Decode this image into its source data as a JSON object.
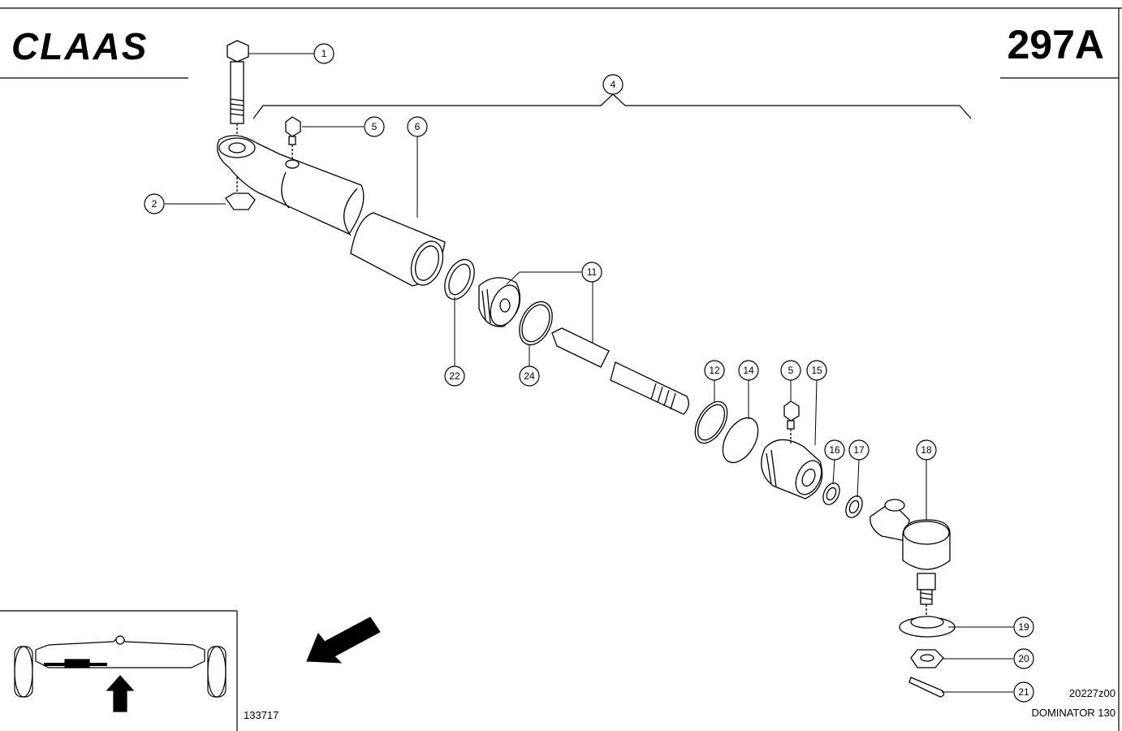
{
  "header": {
    "brand": "CLAAS",
    "page_code": "297A"
  },
  "footer": {
    "drawing_id": "20227z00",
    "model": "DOMINATOR 130",
    "inset_number": "133717"
  },
  "callouts": [
    {
      "key": "c1",
      "label": "1"
    },
    {
      "key": "c2",
      "label": "2"
    },
    {
      "key": "c4",
      "label": "4"
    },
    {
      "key": "c5a",
      "label": "5"
    },
    {
      "key": "c6",
      "label": "6"
    },
    {
      "key": "c11",
      "label": "11"
    },
    {
      "key": "c22",
      "label": "22"
    },
    {
      "key": "c24",
      "label": "24"
    },
    {
      "key": "c12",
      "label": "12"
    },
    {
      "key": "c14",
      "label": "14"
    },
    {
      "key": "c5b",
      "label": "5"
    },
    {
      "key": "c15",
      "label": "15"
    },
    {
      "key": "c16",
      "label": "16"
    },
    {
      "key": "c17",
      "label": "17"
    },
    {
      "key": "c18",
      "label": "18"
    },
    {
      "key": "c19",
      "label": "19"
    },
    {
      "key": "c20",
      "label": "20"
    },
    {
      "key": "c21",
      "label": "21"
    }
  ]
}
